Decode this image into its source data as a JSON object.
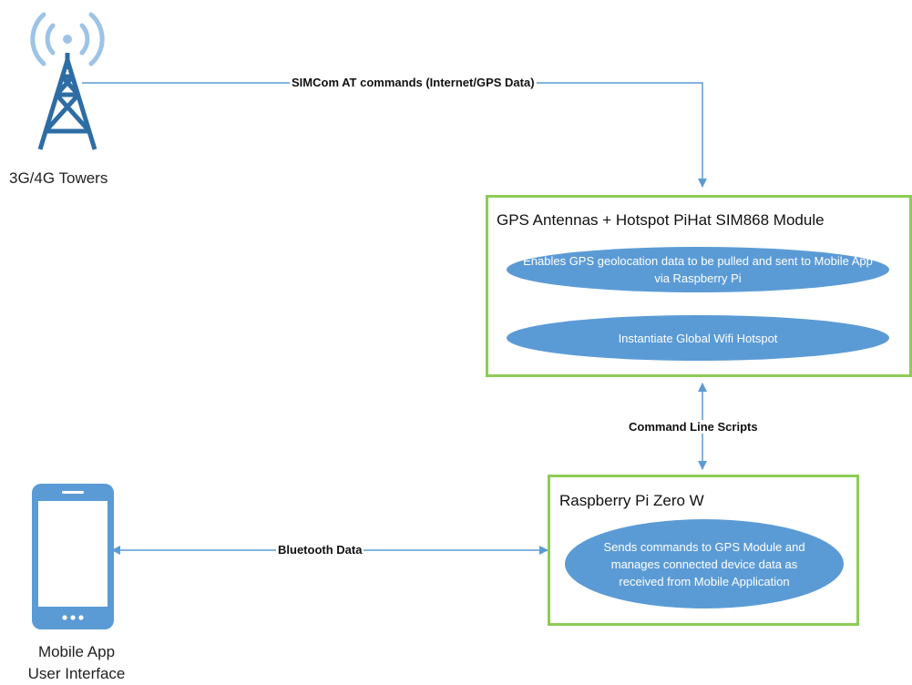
{
  "colors": {
    "connector": "#5b9bd5",
    "box_border": "#8ccc55",
    "ellipse_fill": "#5b9bd5",
    "tower": "#2e6da4",
    "signal": "#9dc3e6",
    "phone": "#5b9bd5"
  },
  "icons": {
    "tower": "cell-tower-icon",
    "phone": "smartphone-icon"
  },
  "tower": {
    "label": "3G/4G Towers"
  },
  "phone": {
    "label_line1": "Mobile App",
    "label_line2": "User Interface"
  },
  "connections": {
    "tower_to_module": "SIMCom AT commands (Internet/GPS Data)",
    "module_to_pi": "Command Line Scripts",
    "phone_to_pi": "Bluetooth Data"
  },
  "gps_module": {
    "title": "GPS Antennas + Hotspot PiHat SIM868 Module",
    "items": [
      "Enables GPS geolocation data to be pulled and sent to Mobile App via Raspberry Pi",
      "Instantiate Global Wifi Hotspot"
    ]
  },
  "raspberry_pi": {
    "title": "Raspberry Pi Zero W",
    "items": [
      "Sends commands to GPS Module and manages connected device data as received from Mobile Application"
    ]
  }
}
